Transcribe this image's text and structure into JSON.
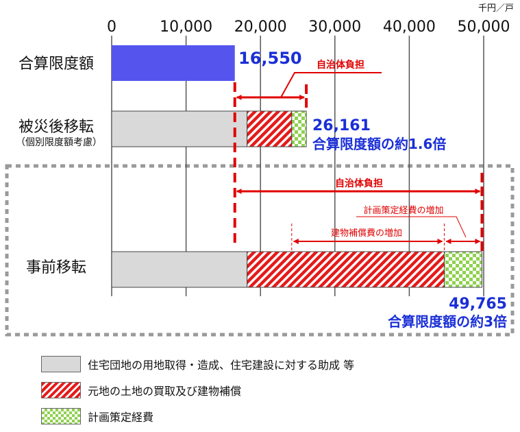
{
  "chart_data": {
    "type": "bar",
    "orientation": "horizontal-stacked",
    "unit": "千円／戸",
    "xlim": [
      0,
      50000
    ],
    "ticks": [
      "0",
      "10,000",
      "20,000",
      "30,000",
      "40,000",
      "50,000"
    ],
    "tick_values": [
      0,
      10000,
      20000,
      30000,
      40000,
      50000
    ],
    "grid": true,
    "categories": [
      {
        "label": "合算限度額",
        "sublabel": ""
      },
      {
        "label": "被災後移転",
        "sublabel": "（個別限度額考慮）"
      },
      {
        "label": "事前移転",
        "sublabel": ""
      }
    ],
    "bars": [
      {
        "segments": [
          {
            "start": 0,
            "end": 16550,
            "style": "blue"
          }
        ]
      },
      {
        "segments": [
          {
            "start": 0,
            "end": 18200,
            "style": "gray"
          },
          {
            "start": 18200,
            "end": 24200,
            "style": "hatch"
          },
          {
            "start": 24200,
            "end": 26161,
            "style": "check"
          }
        ]
      },
      {
        "segments": [
          {
            "start": 0,
            "end": 18200,
            "style": "gray"
          },
          {
            "start": 18200,
            "end": 44700,
            "style": "hatch"
          },
          {
            "start": 44700,
            "end": 49765,
            "style": "check"
          }
        ]
      }
    ],
    "value_labels": [
      {
        "text": "16,550",
        "value": 16550
      },
      {
        "text": "26,161",
        "value": 26161
      },
      {
        "text": "合算限度額の約1.6倍"
      },
      {
        "text": "49,765",
        "value": 49765
      },
      {
        "text": "合算限度額の約3倍"
      }
    ],
    "annotations": [
      {
        "text": "自治体負担",
        "from": 16550,
        "to": 26161
      },
      {
        "text": "自治体負担",
        "from": 16550,
        "to": 49765
      },
      {
        "text": "計画策定経費の増加",
        "from": 44700,
        "to": 49765
      },
      {
        "text": "建物補償費の増加",
        "from": 24200,
        "to": 44700
      }
    ],
    "legend": [
      {
        "style": "gray",
        "label": "住宅団地の用地取得・造成、住宅建設に対する助成 等"
      },
      {
        "style": "hatch",
        "label": "元地の土地の買取及び建物補償"
      },
      {
        "style": "check",
        "label": "計画策定経費"
      }
    ],
    "colors": {
      "blue": "#5555ee",
      "gray": "#d9d9d9",
      "hatch_red": "#e51a1a",
      "check_green": "#8fd14f",
      "annotation_red": "#e00000",
      "value_blue": "#1a2fd6"
    }
  }
}
